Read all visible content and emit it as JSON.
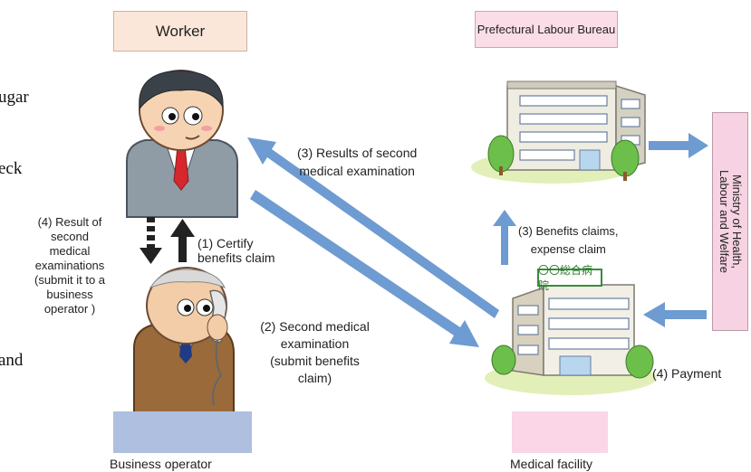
{
  "nodes": {
    "worker": "Worker",
    "labour_bureau": "Prefectural Labour Bureau",
    "ministry": "Ministry of Health,\nLabour and Welfare",
    "business_operator": "Business operator",
    "medical_facility": "Medical facility",
    "hospital_sign": "〇〇総合病院"
  },
  "steps": {
    "certify": "(1) Certify\nbenefits claim",
    "second_exam": "(2) Second medical\nexamination\n(submit benefits\nclaim)",
    "results": "(3) Results of second\nmedical examination",
    "benefits_claims": "(3) Benefits claims,\nexpense claim",
    "result_of_second": "(4) Result of\nsecond\nmedical\nexaminations\n(submit it to a\nbusiness\noperator )",
    "payment": "(4) Payment"
  },
  "cropped_text": [
    "ugar",
    "eck",
    "and"
  ],
  "colors": {
    "arrow_blue": "#6e9bd1",
    "worker_box": "#fbe7d9",
    "bureau_box": "#fbdde8",
    "ministry_box": "#f7d2e2",
    "operator_box": "#aebfe0",
    "facility_box": "#fad6e6"
  }
}
